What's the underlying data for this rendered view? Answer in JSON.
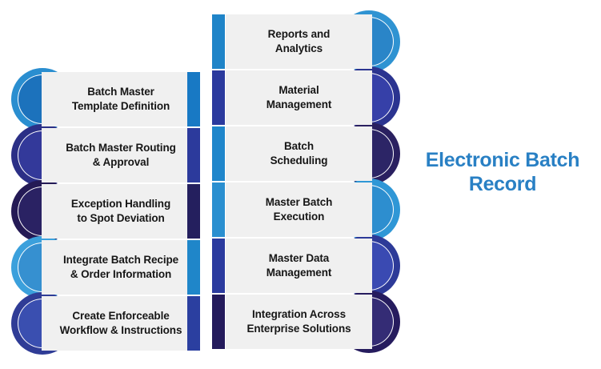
{
  "title": {
    "line1": "Electronic Batch",
    "line2": "Record",
    "color": "#2980c4"
  },
  "palette": {
    "panel_bg": "#f0f0f0",
    "page_bg": "#ffffff",
    "text": "#161616",
    "blue_light": "#2980c4",
    "blue_medium": "#2b3f9e",
    "blue_royal": "#3a4fb0",
    "blue_dark": "#2a2468",
    "blue_sky": "#3690d0"
  },
  "left_column": {
    "name": "left-feature-column",
    "items": [
      {
        "label": "Batch Master\nTemplate Definition",
        "line1": "Batch Master",
        "line2": "Template Definition",
        "bar_color": "#1879c4",
        "disc_color": "#1c72bc",
        "ring_color": "#2a8ed0"
      },
      {
        "label": "Batch Master Routing\n& Approval",
        "line1": "Batch Master Routing",
        "line2": "& Approval",
        "bar_color": "#2c3a9c",
        "disc_color": "#33399a",
        "ring_color": "#2b2f86"
      },
      {
        "label": "Exception Handling\nto Spot Deviation",
        "line1": "Exception Handling",
        "line2": "to Spot Deviation",
        "bar_color": "#241f5e",
        "disc_color": "#2a2263",
        "ring_color": "#241a55"
      },
      {
        "label": "Integrate Batch Recipe\n& Order Information",
        "line1": "Integrate Batch Recipe",
        "line2": "& Order Information",
        "bar_color": "#1f86c9",
        "disc_color": "#3690d0",
        "ring_color": "#3ba0dc"
      },
      {
        "label": "Create Enforceable\nWorkflow & Instructions",
        "line1": "Create Enforceable",
        "line2": "Workflow & Instructions",
        "bar_color": "#2b3fa0",
        "disc_color": "#3a4fb0",
        "ring_color": "#2f3c96"
      }
    ]
  },
  "right_column": {
    "name": "right-feature-column",
    "items": [
      {
        "label": "Reports and\nAnalytics",
        "line1": "Reports and",
        "line2": "Analytics",
        "bar_color": "#1f84c8",
        "disc_color": "#2a85c8",
        "ring_color": "#2f93d2"
      },
      {
        "label": "Material\nManagement",
        "line1": "Material",
        "line2": "Management",
        "bar_color": "#2b3a9e",
        "disc_color": "#3640a8",
        "ring_color": "#2b3490"
      },
      {
        "label": "Batch\nScheduling",
        "line1": "Batch",
        "line2": "Scheduling",
        "bar_color": "#1f86cb",
        "disc_color": "#2c2566",
        "ring_color": "#2a2060"
      },
      {
        "label": "Master Batch\nExecution",
        "line1": "Master Batch",
        "line2": "Execution",
        "bar_color": "#2a8fd0",
        "disc_color": "#2d8ecf",
        "ring_color": "#2f97d6"
      },
      {
        "label": "Master Data\nManagement",
        "line1": "Master Data",
        "line2": "Management",
        "bar_color": "#2b3b9f",
        "disc_color": "#3a4ab2",
        "ring_color": "#2d3a98"
      },
      {
        "label": "Integration Across\nEnterprise Solutions",
        "line1": "Integration Across",
        "line2": "Enterprise Solutions",
        "bar_color": "#241b5c",
        "disc_color": "#342c75",
        "ring_color": "#261c5e"
      }
    ]
  }
}
